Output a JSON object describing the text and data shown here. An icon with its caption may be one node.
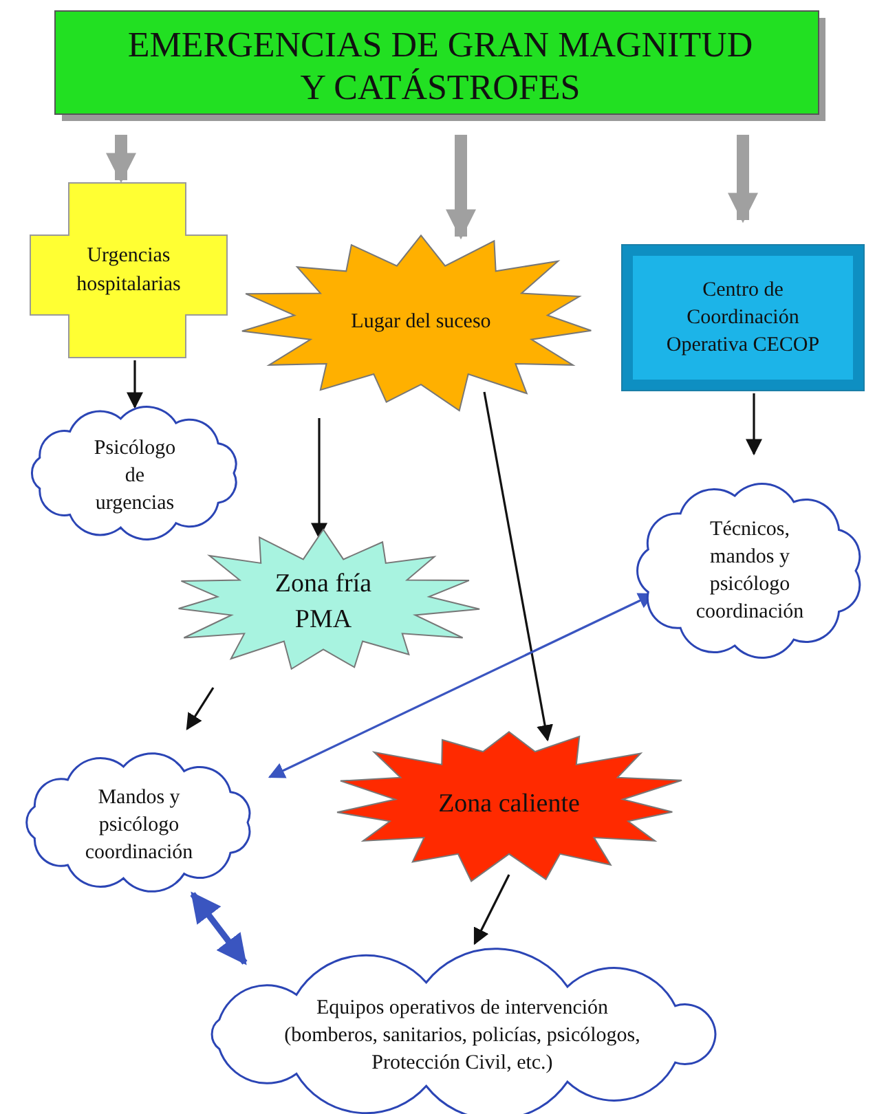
{
  "diagram": {
    "nodes": [
      {
        "text": [
          "EMERGENCIAS DE GRAN MAGNITUD Y CATÁSTROFES"
        ]
      },
      {
        "text": [
          "Urgencias hospitalarias"
        ]
      },
      {
        "text": [
          "Lugar del suceso"
        ]
      },
      {
        "text": [
          "Centro de Coordinación Operativa CECOP"
        ]
      },
      {
        "text": [
          "Psicólogo de urgencias"
        ]
      },
      {
        "text": [
          "Zona fría PMA"
        ]
      },
      {
        "text": [
          "Técnicos, mandos y psicólogo coordinación"
        ]
      },
      {
        "text": [
          "Mandos y psicólogo coordinación"
        ]
      },
      {
        "text": [
          "Zona caliente"
        ]
      },
      {
        "text": [
          "Equipos operativos de intervención (bomberos, sanitarios, policías, psicólogos, Protección Civil, etc.)"
        ]
      }
    ],
    "edges": [
      {
        "from": 0,
        "to": 1,
        "arrow": "to",
        "style": "thick",
        "color": "#a0a0a0"
      },
      {
        "from": 0,
        "to": 2,
        "arrow": "to",
        "style": "thick",
        "color": "#a0a0a0"
      },
      {
        "from": 0,
        "to": 3,
        "arrow": "to",
        "style": "thick",
        "color": "#a0a0a0"
      },
      {
        "from": 1,
        "to": 4,
        "arrow": "to"
      },
      {
        "from": 2,
        "to": 5,
        "arrow": "to"
      },
      {
        "from": 2,
        "to": 8,
        "arrow": "to"
      },
      {
        "from": 3,
        "to": 6,
        "arrow": "to"
      },
      {
        "from": 5,
        "to": 7,
        "arrow": "to"
      },
      {
        "from": 6,
        "to": 7,
        "arrow": "both",
        "color": "#3a55c0"
      },
      {
        "from": 8,
        "to": 9,
        "arrow": "to"
      },
      {
        "from": 7,
        "to": 9,
        "arrow": "both",
        "style": "thick",
        "color": "#3a55c0"
      }
    ]
  }
}
